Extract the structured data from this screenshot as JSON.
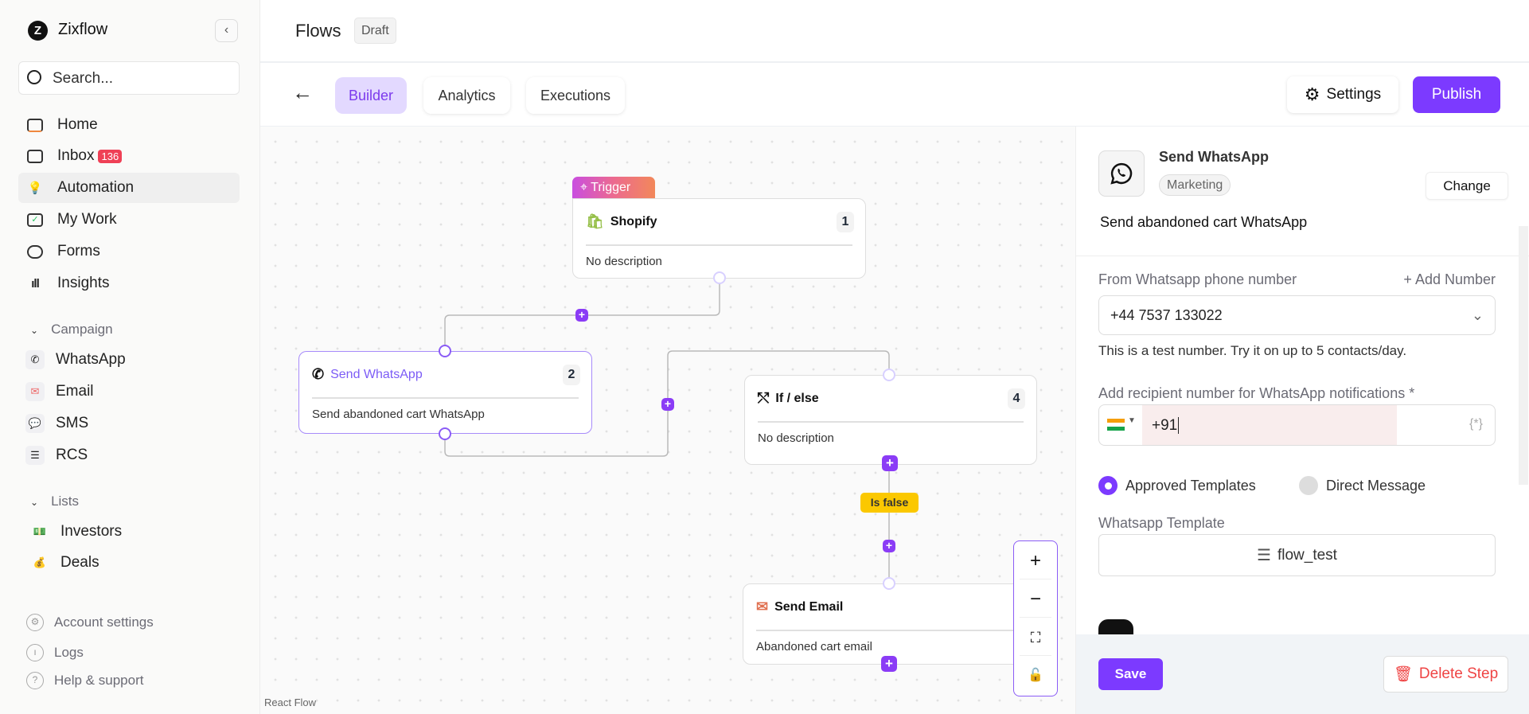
{
  "sidebar": {
    "brand": "Zixflow",
    "search_placeholder": "Search...",
    "nav": [
      {
        "label": "Home",
        "icon": "laptop-icon"
      },
      {
        "label": "Inbox",
        "icon": "inbox-icon",
        "badge": "136"
      },
      {
        "label": "Automation",
        "icon": "lightbulb-icon",
        "active": true
      },
      {
        "label": "My Work",
        "icon": "checkbox-icon"
      },
      {
        "label": "Forms",
        "icon": "chat-bubble-icon"
      },
      {
        "label": "Insights",
        "icon": "bar-chart-icon"
      }
    ],
    "campaign": {
      "title": "Campaign",
      "items": [
        {
          "label": "WhatsApp",
          "icon": "whatsapp-icon"
        },
        {
          "label": "Email",
          "icon": "mail-icon"
        },
        {
          "label": "SMS",
          "icon": "sms-icon"
        },
        {
          "label": "RCS",
          "icon": "rcs-icon"
        }
      ]
    },
    "lists": {
      "title": "Lists",
      "items": [
        {
          "label": "Investors",
          "icon": "money-icon"
        },
        {
          "label": "Deals",
          "icon": "money-bag-icon"
        }
      ]
    },
    "footer": [
      {
        "label": "Account settings",
        "icon": "gear-icon"
      },
      {
        "label": "Logs",
        "icon": "clock-icon"
      },
      {
        "label": "Help & support",
        "icon": "help-icon"
      }
    ]
  },
  "header": {
    "title": "Flows",
    "status": "Draft"
  },
  "toolbar": {
    "tabs": [
      {
        "label": "Builder",
        "active": true
      },
      {
        "label": "Analytics"
      },
      {
        "label": "Executions"
      }
    ],
    "settings_label": "Settings",
    "publish_label": "Publish"
  },
  "canvas": {
    "trigger_label": "Trigger",
    "nodes": [
      {
        "title": "Shopify",
        "number": "1",
        "description": "No description"
      },
      {
        "title": "Send WhatsApp",
        "number": "2",
        "description": "Send abandoned cart WhatsApp"
      },
      {
        "title": "If / else",
        "number": "4",
        "description": "No description"
      },
      {
        "title": "Send Email",
        "description": "Abandoned cart email"
      }
    ],
    "edge_label": "Is false",
    "attribution": "React Flow",
    "controls": [
      "zoom-in",
      "zoom-out",
      "fit-view",
      "lock"
    ]
  },
  "panel": {
    "title": "Send WhatsApp",
    "category": "Marketing",
    "change_label": "Change",
    "description": "Send abandoned cart WhatsApp",
    "from_label": "From Whatsapp phone number",
    "add_number_label": "+ Add Number",
    "from_value": "+44 7537 133022",
    "from_hint": "This is a test number. Try it on up to 5 contacts/day.",
    "recipient_label": "Add recipient number for WhatsApp notifications *",
    "recipient_value": "+91",
    "variable_icon": "{*}",
    "radio_options": [
      {
        "label": "Approved Templates",
        "selected": true
      },
      {
        "label": "Direct Message",
        "selected": false
      }
    ],
    "template_label": "Whatsapp Template",
    "template_value": "flow_test",
    "save_label": "Save",
    "delete_label": "Delete Step"
  },
  "colors": {
    "accent": "#7c3aff",
    "danger": "#ef4444",
    "edge_badge": "#fbc800"
  }
}
